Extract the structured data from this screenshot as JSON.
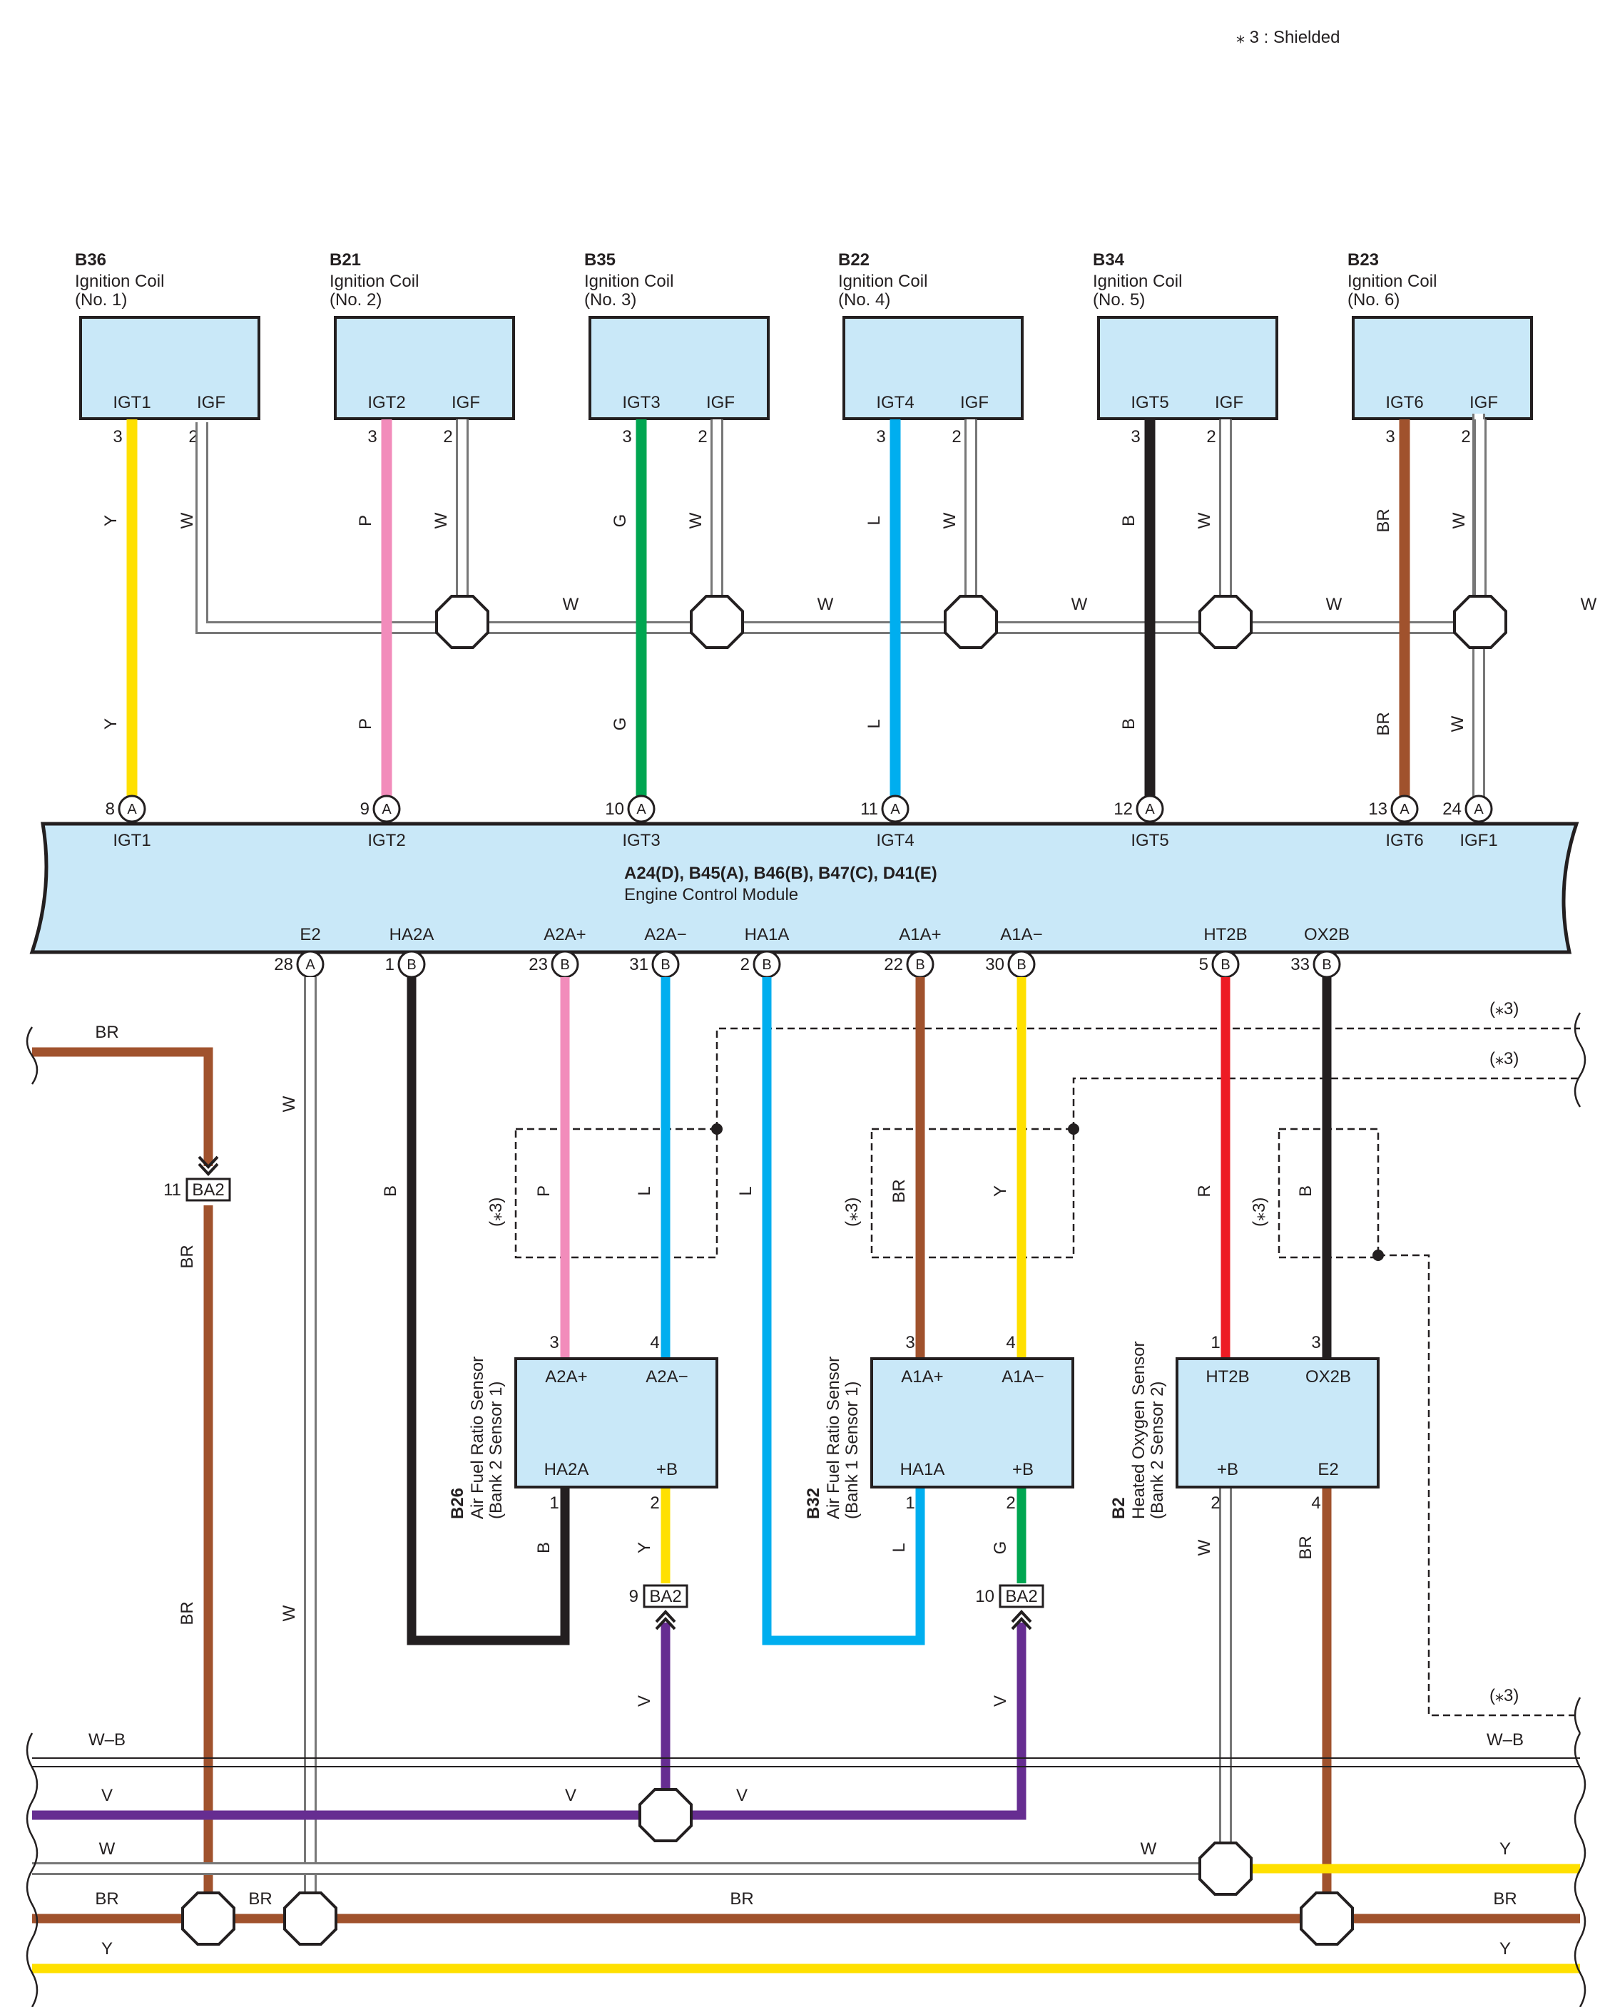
{
  "legend": "⁎ 3 : Shielded",
  "colors": {
    "Y": "#ffe000",
    "P": "#f28cbb",
    "G": "#00a651",
    "L": "#00aeef",
    "B": "#231f20",
    "BR": "#a0522d",
    "W": "#ffffff",
    "R": "#ed1c24",
    "V": "#662d91",
    "ecm": "#c9e8f8"
  },
  "coils": [
    {
      "code": "B36",
      "name": "Ignition Coil",
      "num": "(No. 1)",
      "igt": "IGT1",
      "igf": "IGF",
      "pin_igt": "3",
      "pin_igf": "2",
      "wire": "Y",
      "ecm_pin": "8",
      "ecm_conn": "A",
      "ecm_label": "IGT1"
    },
    {
      "code": "B21",
      "name": "Ignition Coil",
      "num": "(No. 2)",
      "igt": "IGT2",
      "igf": "IGF",
      "pin_igt": "3",
      "pin_igf": "2",
      "wire": "P",
      "ecm_pin": "9",
      "ecm_conn": "A",
      "ecm_label": "IGT2"
    },
    {
      "code": "B35",
      "name": "Ignition Coil",
      "num": "(No. 3)",
      "igt": "IGT3",
      "igf": "IGF",
      "pin_igt": "3",
      "pin_igf": "2",
      "wire": "G",
      "ecm_pin": "10",
      "ecm_conn": "A",
      "ecm_label": "IGT3"
    },
    {
      "code": "B22",
      "name": "Ignition Coil",
      "num": "(No. 4)",
      "igt": "IGT4",
      "igf": "IGF",
      "pin_igt": "3",
      "pin_igf": "2",
      "wire": "L",
      "ecm_pin": "11",
      "ecm_conn": "A",
      "ecm_label": "IGT4"
    },
    {
      "code": "B34",
      "name": "Ignition Coil",
      "num": "(No. 5)",
      "igt": "IGT5",
      "igf": "IGF",
      "pin_igt": "3",
      "pin_igf": "2",
      "wire": "B",
      "ecm_pin": "12",
      "ecm_conn": "A",
      "ecm_label": "IGT5"
    },
    {
      "code": "B23",
      "name": "Ignition Coil",
      "num": "(No. 6)",
      "igt": "IGT6",
      "igf": "IGF",
      "pin_igt": "3",
      "pin_igf": "2",
      "wire": "BR",
      "ecm_pin": "13",
      "ecm_conn": "A",
      "ecm_label": "IGT6"
    }
  ],
  "igf_wire": "W",
  "igf_ecm": {
    "pin": "24",
    "conn": "A",
    "label": "IGF1"
  },
  "ecm": {
    "title": "A24(D), B45(A), B46(B), B47(C), D41(E)",
    "name": "Engine Control Module"
  },
  "ecm_bottom_pins": [
    {
      "label": "E2",
      "pin": "28",
      "conn": "A"
    },
    {
      "label": "HA2A",
      "pin": "1",
      "conn": "B"
    },
    {
      "label": "A2A+",
      "pin": "23",
      "conn": "B"
    },
    {
      "label": "A2A−",
      "pin": "31",
      "conn": "B"
    },
    {
      "label": "HA1A",
      "pin": "2",
      "conn": "B"
    },
    {
      "label": "A1A+",
      "pin": "22",
      "conn": "B"
    },
    {
      "label": "A1A−",
      "pin": "30",
      "conn": "B"
    },
    {
      "label": "HT2B",
      "pin": "5",
      "conn": "B"
    },
    {
      "label": "OX2B",
      "pin": "33",
      "conn": "B"
    }
  ],
  "sensors": [
    {
      "code": "B26",
      "name": "Air Fuel Ratio Sensor",
      "sub": "(Bank 2 Sensor 1)",
      "tl": "A2A+",
      "tr": "A2A−",
      "bl": "HA2A",
      "br": "+B",
      "p_tl": "3",
      "p_tr": "4",
      "p_bl": "1",
      "p_br": "2"
    },
    {
      "code": "B32",
      "name": "Air Fuel Ratio Sensor",
      "sub": "(Bank 1 Sensor 1)",
      "tl": "A1A+",
      "tr": "A1A−",
      "bl": "HA1A",
      "br": "+B",
      "p_tl": "3",
      "p_tr": "4",
      "p_bl": "1",
      "p_br": "2"
    },
    {
      "code": "B2",
      "name": "Heated Oxygen Sensor",
      "sub": "(Bank 2 Sensor 2)",
      "tl": "HT2B",
      "tr": "OX2B",
      "bl": "+B",
      "br": "E2",
      "p_tl": "1",
      "p_tr": "3",
      "p_bl": "2",
      "p_br": "4"
    }
  ],
  "shield_label": "(⁎3)",
  "connectors": [
    {
      "code": "BA2",
      "pin": "11"
    },
    {
      "code": "BA2",
      "pin": "9"
    },
    {
      "code": "BA2",
      "pin": "10"
    }
  ],
  "wire_labels": {
    "y": "Y",
    "p": "P",
    "g": "G",
    "l": "L",
    "b": "B",
    "br": "BR",
    "w": "W",
    "r": "R",
    "v": "V",
    "wb": "W–B"
  }
}
